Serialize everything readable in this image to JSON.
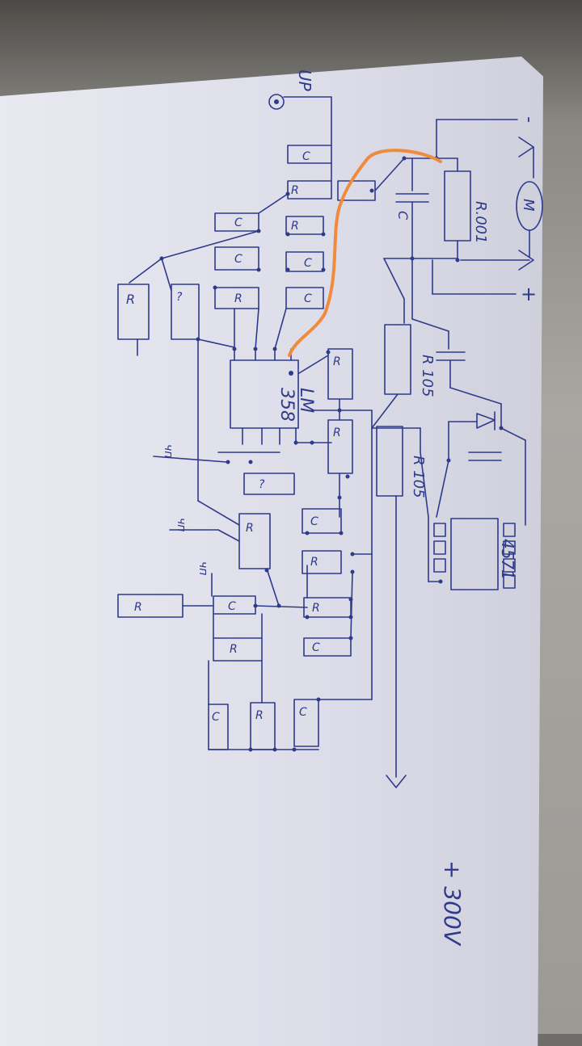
{
  "labels": {
    "up": "UP",
    "ic_main": "LM 358",
    "ic_main_line1": "LM",
    "ic_main_line2": "358",
    "ic_driver": "4571",
    "shunt": "R.001",
    "motor": "M",
    "r105_a": "R 105",
    "r105_b": "R 105",
    "supply": "+ 300V",
    "plus": "+",
    "minus": "-",
    "cap": "C",
    "res": "R",
    "ch1": "чп",
    "ch2": "чп",
    "ch3": "чп",
    "unknown": "?"
  },
  "colors": {
    "ink": "#2e3a8c",
    "highlight": "#f08a3c",
    "paper": "#e4e5ee"
  }
}
